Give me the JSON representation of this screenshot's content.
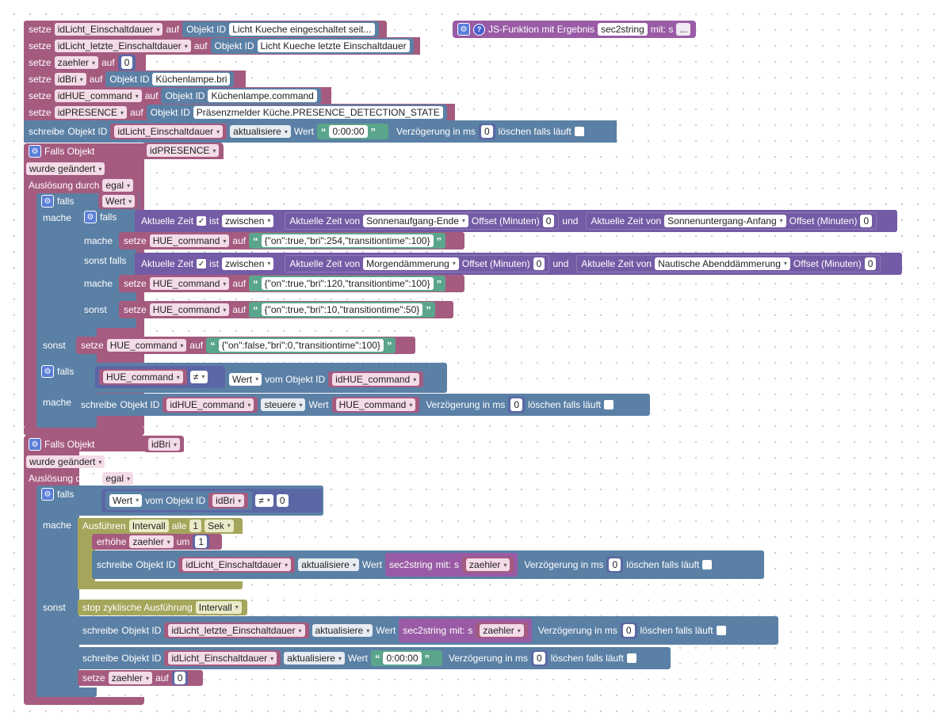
{
  "colors": {
    "set": "#a55b80",
    "object": "#5b80a5",
    "text": "#5ba58c",
    "logic": "#5b67a5",
    "time": "#745ba5",
    "timer": "#a5a55b",
    "function": "#995ba5"
  },
  "kw": {
    "setze": "setze",
    "auf": "auf",
    "objekt_id": "Objekt ID",
    "schreibe": "schreibe",
    "wert": "Wert",
    "verzoegerung": "Verzögerung in ms",
    "loeschen": "löschen falls läuft",
    "falls_objekt": "Falls Objekt",
    "wurde_geaendert": "wurde geändert",
    "ausloesung": "Auslösung durch",
    "falls": "falls",
    "mache": "mache",
    "sonst": "sonst",
    "sonst_falls": "sonst falls",
    "aktuelle_zeit": "Aktuelle Zeit",
    "ist": "ist",
    "aktuelle_zeit_von": "Aktuelle Zeit von",
    "offset": "Offset (Minuten)",
    "und": "und",
    "vom_objekt_id": "vom Objekt ID",
    "ausfuehren": "Ausführen",
    "alle": "alle",
    "erhoehe": "erhöhe",
    "um": "um",
    "mit": "mit:",
    "stop": "stop zyklische Ausführung",
    "s": "s"
  },
  "header_sets": [
    {
      "var": "idLicht_Einschaltdauer",
      "obj": "Licht Kueche eingeschaltet seit..."
    },
    {
      "var": "idLicht_letzte_Einschaltdauer",
      "obj": "Licht Kueche letzte Einschaltdauer"
    },
    {
      "var": "zaehler",
      "num": "0"
    },
    {
      "var": "idBri",
      "obj": "Küchenlampe.bri"
    },
    {
      "var": "idHUE_command",
      "obj": "Küchenlampe.command"
    },
    {
      "var": "idPRESENCE",
      "obj": "Präsenzmelder Küche.PRESENCE_DETECTION_STATE"
    }
  ],
  "header_write": {
    "var": "idLicht_Einschaltdauer",
    "mode": "aktualisiere",
    "value": "0:00:00",
    "delay": "0"
  },
  "js_function": {
    "label": "JS-Funktion mit Ergebnis",
    "name": "sec2string",
    "args": "mit: s",
    "more": "..."
  },
  "event1": {
    "object": "idPRESENCE",
    "trigger": "egal",
    "cond_value": "Wert",
    "inner1": {
      "check": "✓",
      "range": "zwischen",
      "from": "Sonnenaufgang-Ende",
      "from_off": "0",
      "to": "Sonnenuntergang-Anfang",
      "to_off": "0"
    },
    "inner2": {
      "check": "✓",
      "range": "zwischen",
      "from": "Morgendämmerung",
      "from_off": "0",
      "to": "Nautische Abenddämmerung",
      "to_off": "0"
    },
    "set1": {
      "var": "HUE_command",
      "text": "{\"on\":true,\"bri\":254,\"transitiontime\":100}"
    },
    "set2": {
      "var": "HUE_command",
      "text": "{\"on\":true,\"bri\":120,\"transitiontime\":100}"
    },
    "set3": {
      "var": "HUE_command",
      "text": "{\"on\":true,\"bri\":10,\"transitiontime\":50}"
    },
    "set_else": {
      "var": "HUE_command",
      "text": "{\"on\":false,\"bri\":0,\"transitiontime\":100}"
    },
    "cmp": {
      "left": "HUE_command",
      "op": "≠",
      "attr": "Wert",
      "obj": "idHUE_command"
    },
    "write": {
      "var": "idHUE_command",
      "mode": "steuere",
      "value_var": "HUE_command",
      "delay": "0"
    }
  },
  "event2": {
    "object": "idBri",
    "trigger": "egal",
    "cmp": {
      "attr": "Wert",
      "obj": "idBri",
      "op": "≠",
      "num": "0"
    },
    "interval": {
      "name": "Intervall",
      "every": "1",
      "unit": "Sek"
    },
    "incr": {
      "var": "zaehler",
      "by": "1"
    },
    "write1": {
      "var": "idLicht_Einschaltdauer",
      "mode": "aktualisiere",
      "fn": "sec2string",
      "arg": "zaehler",
      "delay": "0"
    },
    "stop_name": "Intervall",
    "write2": {
      "var": "idLicht_letzte_Einschaltdauer",
      "mode": "aktualisiere",
      "fn": "sec2string",
      "arg": "zaehler",
      "delay": "0"
    },
    "write3": {
      "var": "idLicht_Einschaltdauer",
      "mode": "aktualisiere",
      "value": "0:00:00",
      "delay": "0"
    },
    "set": {
      "var": "zaehler",
      "num": "0"
    }
  }
}
